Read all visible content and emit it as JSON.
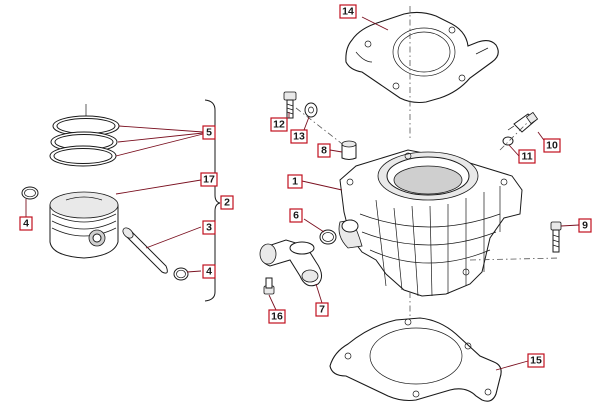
{
  "callouts": {
    "c1": "1",
    "c2": "2",
    "c3": "3",
    "c4a": "4",
    "c4b": "4",
    "c5": "5",
    "c6": "6",
    "c7": "7",
    "c8": "8",
    "c9": "9",
    "c10": "10",
    "c11": "11",
    "c12": "12",
    "c13": "13",
    "c14": "14",
    "c15": "15",
    "c16": "16",
    "c17": "17"
  },
  "colors": {
    "callout_border": "#c0101e",
    "leader_line": "#7a1020",
    "line_art": "#1a1a1a"
  }
}
